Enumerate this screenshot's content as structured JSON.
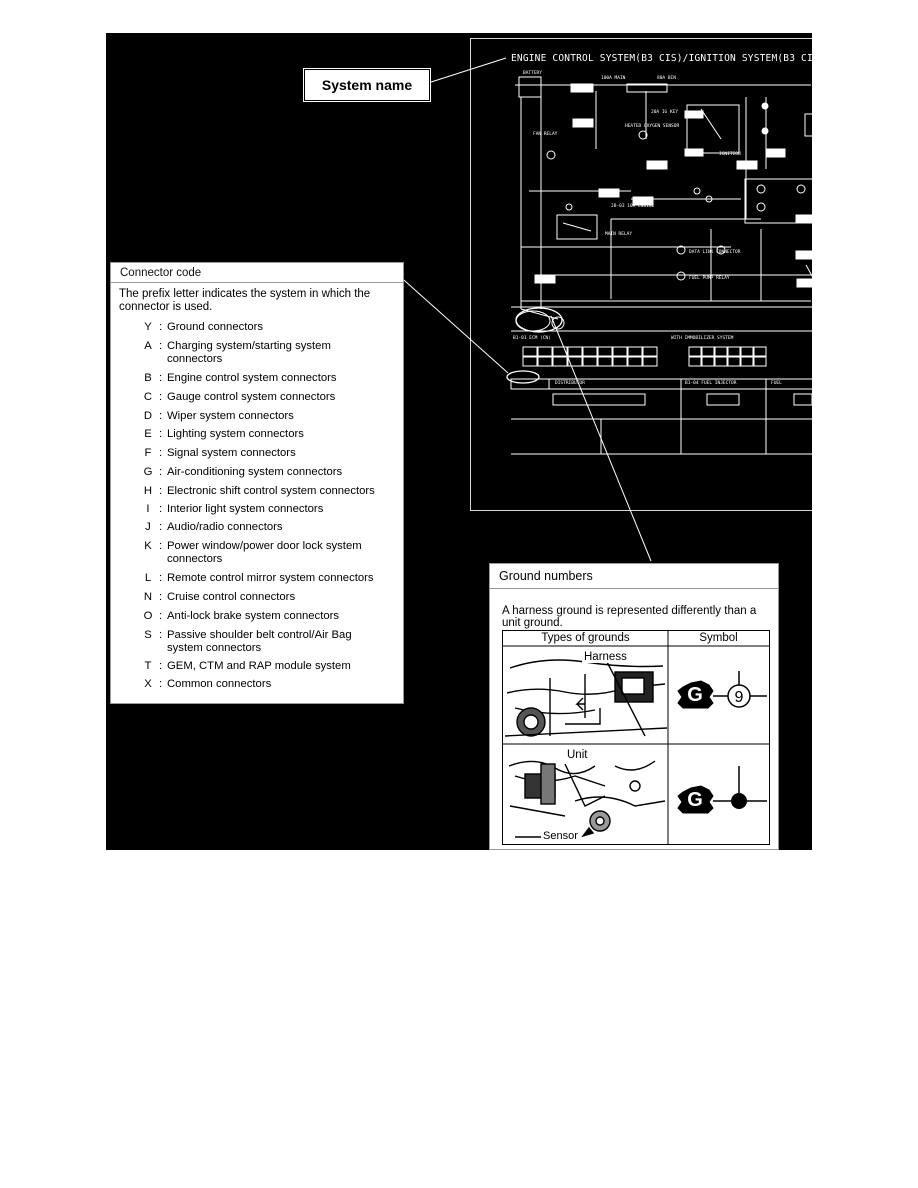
{
  "system_name_label": "System name",
  "wiring_diagram": {
    "title": "ENGINE CONTROL SYSTEM(B3 CIS)/IGNITION SYSTEM(B3 CI"
  },
  "connector_code": {
    "title": "Connector code",
    "description": "The prefix letter indicates the system in which the connector is used.",
    "items": [
      {
        "letter": "Y",
        "text": "Ground connectors"
      },
      {
        "letter": "A",
        "text": "Charging system/starting system connectors"
      },
      {
        "letter": "B",
        "text": "Engine control system connectors"
      },
      {
        "letter": "C",
        "text": "Gauge control system connectors"
      },
      {
        "letter": "D",
        "text": "Wiper system connectors"
      },
      {
        "letter": "E",
        "text": "Lighting system connectors"
      },
      {
        "letter": "F",
        "text": "Signal system connectors"
      },
      {
        "letter": "G",
        "text": "Air-conditioning system connectors"
      },
      {
        "letter": "H",
        "text": "Electronic shift control system connectors"
      },
      {
        "letter": "I",
        "text": "Interior light system connectors"
      },
      {
        "letter": "J",
        "text": "Audio/radio connectors"
      },
      {
        "letter": "K",
        "text": "Power window/power door lock system connectors"
      },
      {
        "letter": "L",
        "text": "Remote control mirror system connectors"
      },
      {
        "letter": "N",
        "text": "Cruise control connectors"
      },
      {
        "letter": "O",
        "text": "Anti-lock brake system connectors"
      },
      {
        "letter": "S",
        "text": "Passive shoulder belt control/Air Bag system connectors"
      },
      {
        "letter": "T",
        "text": "GEM, CTM and RAP module system"
      },
      {
        "letter": "X",
        "text": "Common connectors"
      }
    ]
  },
  "ground_numbers": {
    "title": "Ground numbers",
    "description": "A harness ground is represented differently than a unit ground.",
    "col_types": "Types of grounds",
    "col_symbol": "Symbol",
    "rows": [
      {
        "label": "Harness",
        "symbol_letter": "G",
        "symbol_number": "9"
      },
      {
        "label": "Unit",
        "symbol_letter": "G",
        "callout": "Sensor"
      }
    ]
  }
}
